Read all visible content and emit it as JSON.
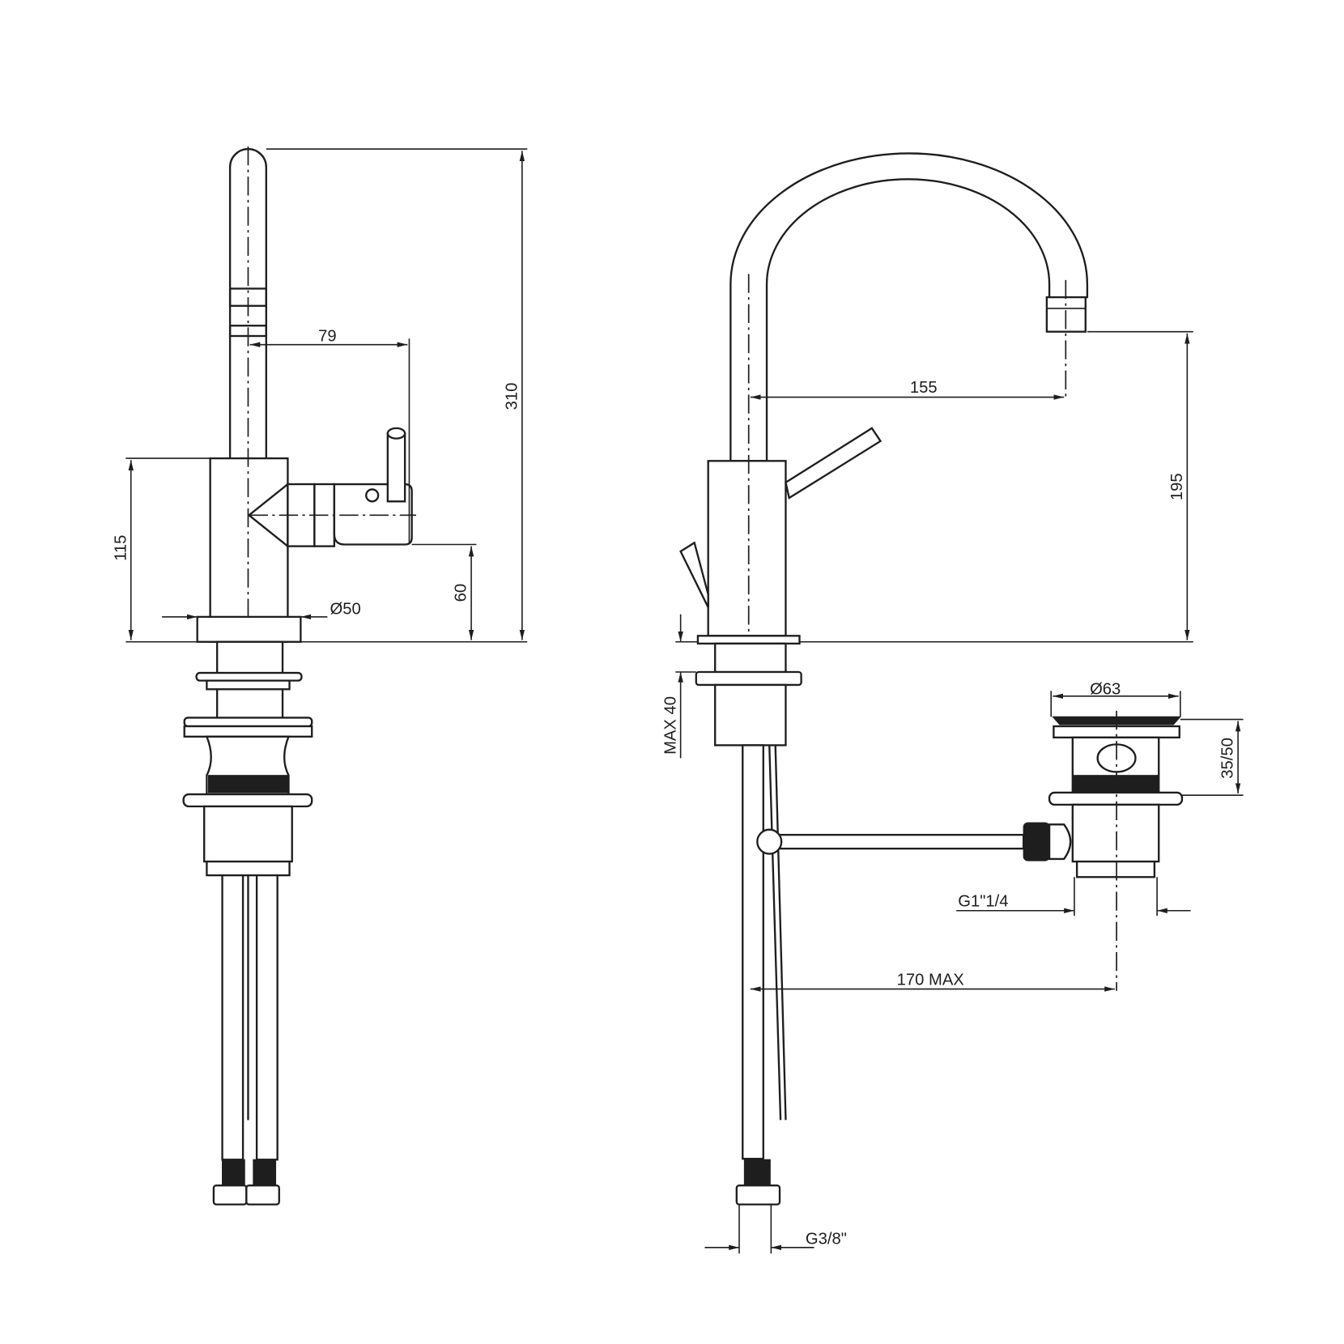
{
  "drawing": {
    "front_view": {
      "dim_total_height": "310",
      "dim_lever_offset": "79",
      "dim_body_height": "115",
      "dim_lever_height": "60",
      "dim_base_diameter": "Ø50"
    },
    "side_view": {
      "dim_spout_reach": "155",
      "dim_spout_height": "195",
      "dim_max_deck": "MAX 40",
      "dim_waste_diameter": "Ø63",
      "dim_waste_height": "35/50",
      "dim_waste_thread": "G1\"1/4",
      "dim_rod_length": "170 MAX",
      "dim_hose_thread": "G3/8\""
    }
  }
}
